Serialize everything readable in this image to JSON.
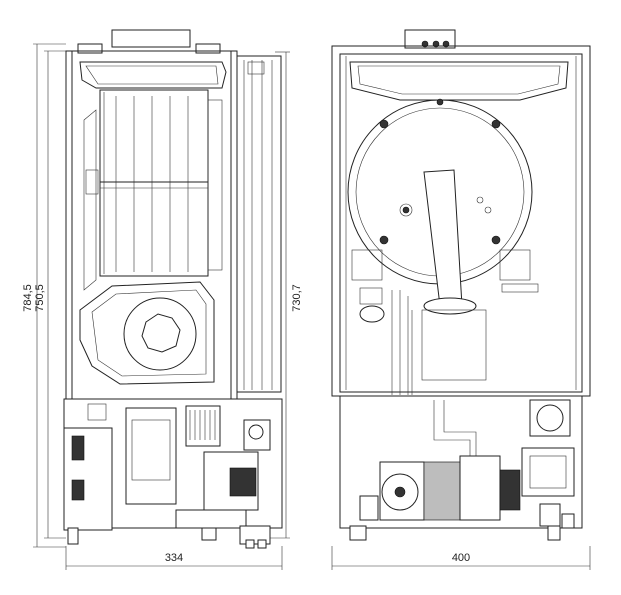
{
  "dimensions": {
    "total_height": "784,5",
    "case_height": "750,5",
    "inner_height": "730,7",
    "depth": "334",
    "width": "400"
  }
}
